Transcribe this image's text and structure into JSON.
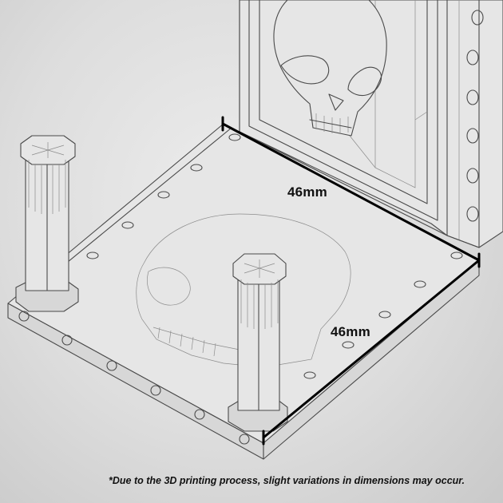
{
  "dimensions": {
    "width_label": "46mm",
    "depth_label": "46mm"
  },
  "disclaimer": "*Due to the 3D printing process, slight variations in dimensions may occur.",
  "colors": {
    "background": "#dddddd",
    "line": "#4a4a4a",
    "dimension_line": "#000000"
  }
}
